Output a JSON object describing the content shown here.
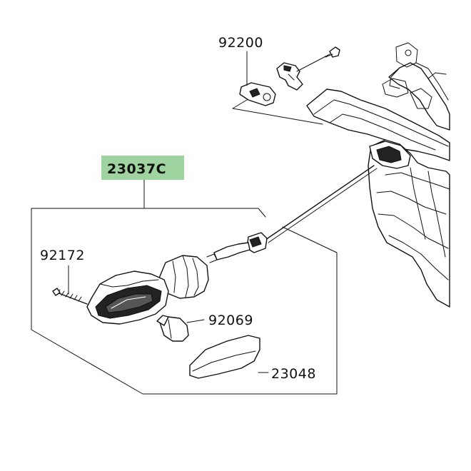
{
  "parts": {
    "p92200": "92200",
    "p23037c": "23037C",
    "p92172": "92172",
    "p92069": "92069",
    "p23048": "23048"
  },
  "colors": {
    "highlight": "#9fd39f",
    "ink": "#111111"
  }
}
